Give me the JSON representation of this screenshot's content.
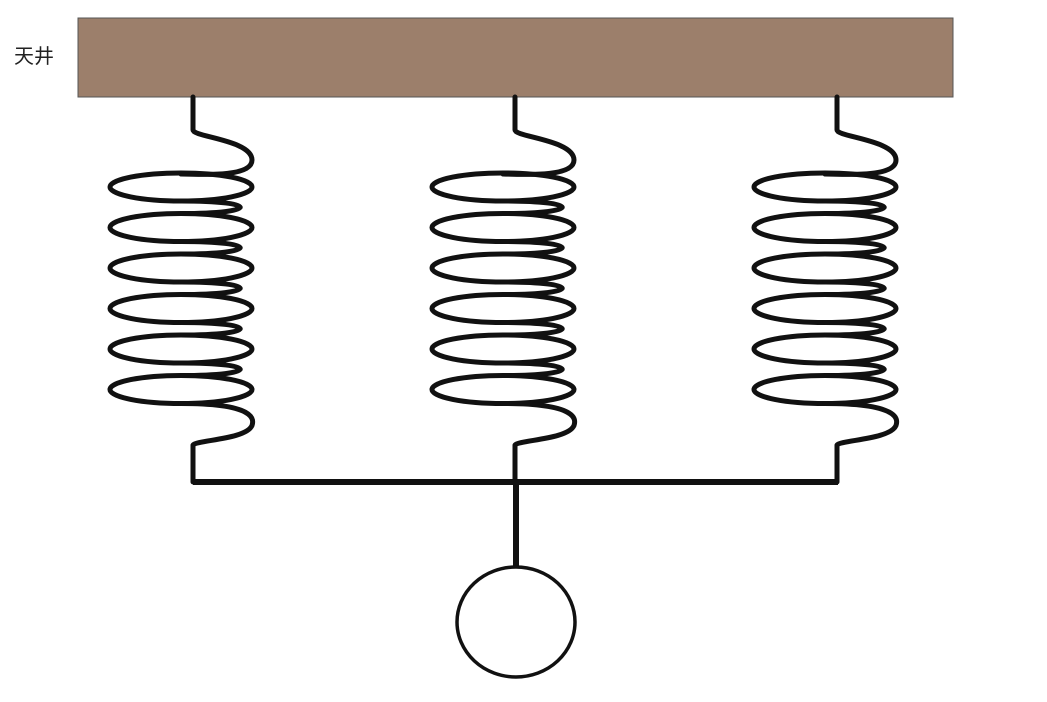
{
  "ceiling": {
    "label": "天井",
    "fill_color": "#9c7f6b"
  },
  "springs": [
    {
      "name": "left-spring"
    },
    {
      "name": "middle-spring"
    },
    {
      "name": "right-spring"
    }
  ],
  "spring_coil_turns": 6,
  "colors": {
    "line": "#111111",
    "background": "#ffffff"
  }
}
